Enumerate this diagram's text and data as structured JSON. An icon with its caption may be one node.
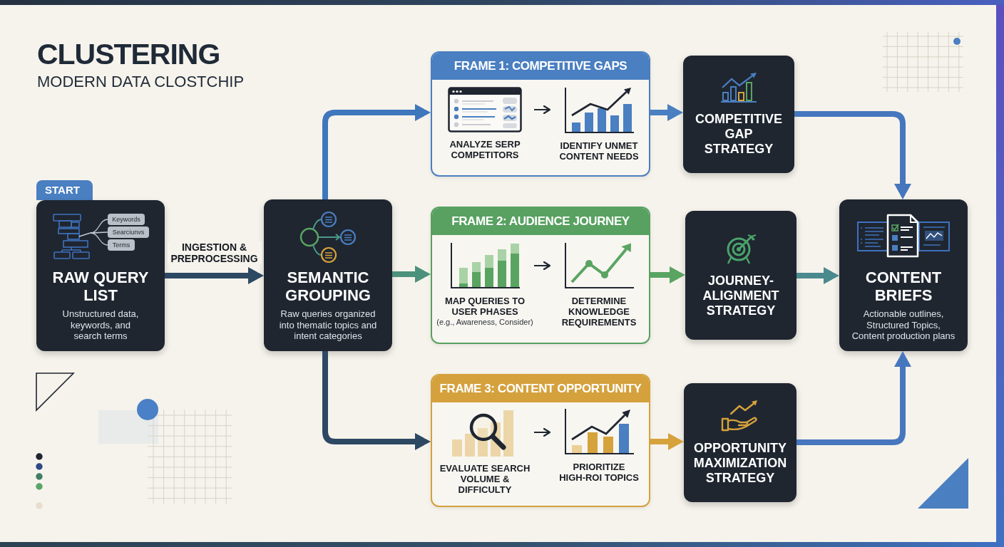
{
  "diagram": {
    "title": "CLUSTERING",
    "nodes": [
      {
        "text": [
          "START"
        ]
      },
      {
        "text": [
          "RAW QUERY LIST",
          "Unstructured data, keywords, and search terms"
        ]
      },
      {
        "text": [],
        "shape": "picture",
        "in": 1
      },
      {
        "text": [
          "Keywords"
        ],
        "in": 1
      },
      {
        "text": [
          "Searciunvs"
        ],
        "in": 1
      },
      {
        "text": [
          "Terms"
        ],
        "in": 1
      },
      {
        "text": [
          "SEMANTIC GROUPING",
          "Raw queries organized into thematic topics and intent categories"
        ]
      },
      {
        "text": [
          "FRAME 1: COMPETITIVE GAPS"
        ]
      },
      {
        "text": [
          "ANALYZE SERP COMPETITORS"
        ],
        "in": 7
      },
      {
        "text": [
          "IDENTIFY UNMET CONTENT NEEDS"
        ],
        "in": 7
      },
      {
        "text": [
          "COMPETITIVE GAP STRATEGY"
        ]
      },
      {
        "text": [
          "FRAME 2: AUDIENCE JOURNEY"
        ]
      },
      {
        "text": [
          "MAP QUERIES TO USER PHASES",
          "(e.g., Awareness, Consider)"
        ],
        "in": 11
      },
      {
        "text": [
          "DETERMINE KNOWLEDGE REQUIREMENTS"
        ],
        "in": 11
      },
      {
        "text": [
          "JOURNEY-ALIGNMENT STRATEGY"
        ]
      },
      {
        "text": [
          "FRAME 3: CONTENT OPPORTUNITY"
        ]
      },
      {
        "text": [
          "EVALUATE SEARCH VOLUME & DIFFICULTY"
        ],
        "in": 15
      },
      {
        "text": [
          "PRIORITIZE HIGH-ROI TOPICS"
        ],
        "in": 15
      },
      {
        "text": [
          "OPPORTUNITY MAXIMIZATION STRATEGY"
        ]
      },
      {
        "text": [
          "CONTENT BRIEFS",
          "Actionable outlines, Structured Topics, Content production plans"
        ]
      }
    ],
    "edges": [
      {
        "from": 1,
        "to": 6,
        "arrow": "to",
        "label": "INGESTION & PREPROCESSING",
        "color": "#2d4863"
      },
      {
        "from": 6,
        "to": 7,
        "arrow": "to",
        "color": "#3f77bd"
      },
      {
        "from": 6,
        "to": 11,
        "arrow": "to",
        "color": "#4b917c"
      },
      {
        "from": 6,
        "to": 15,
        "arrow": "to",
        "color": "#2d4863"
      },
      {
        "from": 8,
        "to": 9,
        "arrow": "to",
        "color": "#1f2630"
      },
      {
        "from": 12,
        "to": 13,
        "arrow": "to",
        "color": "#1f2630"
      },
      {
        "from": 16,
        "to": 17,
        "arrow": "to",
        "color": "#1f2630"
      },
      {
        "from": 7,
        "to": 10,
        "arrow": "to",
        "color": "#4a7fc1"
      },
      {
        "from": 11,
        "to": 14,
        "arrow": "to",
        "color": "#5aa462"
      },
      {
        "from": 15,
        "to": 18,
        "arrow": "to",
        "color": "#d6a23c"
      },
      {
        "from": 10,
        "to": 19,
        "arrow": "to",
        "color": "#4676bd"
      },
      {
        "from": 14,
        "to": 19,
        "arrow": "to",
        "color": "#4a8a8e"
      },
      {
        "from": 18,
        "to": 19,
        "arrow": "to",
        "color": "#4676bd"
      },
      {
        "from": 2,
        "to": 3,
        "arrow": "none",
        "color": "#c5cbd3"
      },
      {
        "from": 2,
        "to": 4,
        "arrow": "none",
        "color": "#c5cbd3"
      },
      {
        "from": 2,
        "to": 5,
        "arrow": "none",
        "color": "#c5cbd3"
      }
    ],
    "labels": [
      "MODERN DATA CLOSTCHIP"
    ]
  }
}
